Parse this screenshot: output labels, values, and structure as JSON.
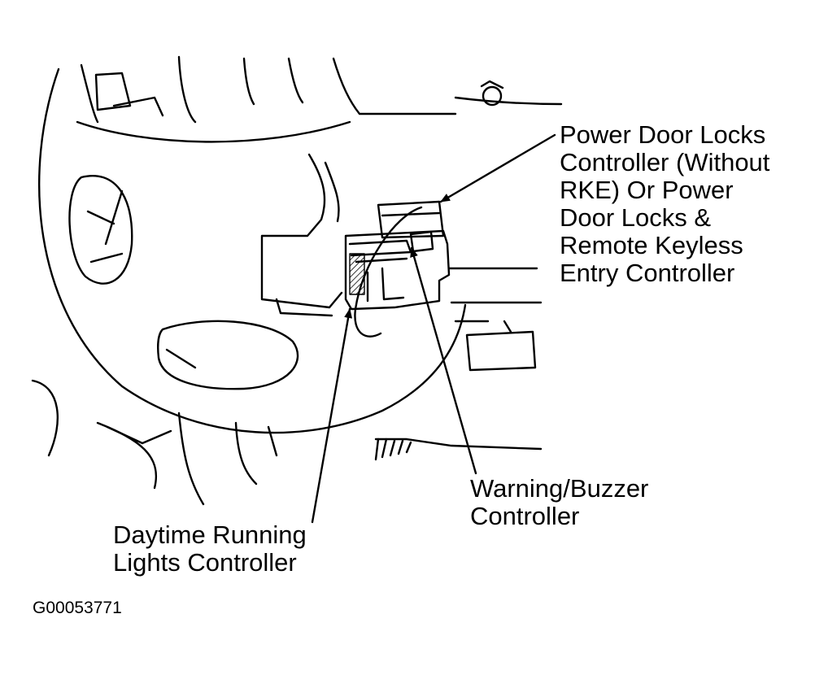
{
  "callouts": {
    "power_door_locks": [
      "Power Door Locks",
      "Controller (Without",
      "RKE) Or Power",
      "Door Locks &",
      "Remote Keyless",
      "Entry Controller"
    ],
    "warning_buzzer": [
      "Warning/Buzzer",
      "Controller"
    ],
    "daytime_running": [
      "Daytime Running",
      "Lights Controller"
    ]
  },
  "figure_id": "G00053771",
  "colors": {
    "ink": "#000000",
    "paper": "#ffffff"
  }
}
